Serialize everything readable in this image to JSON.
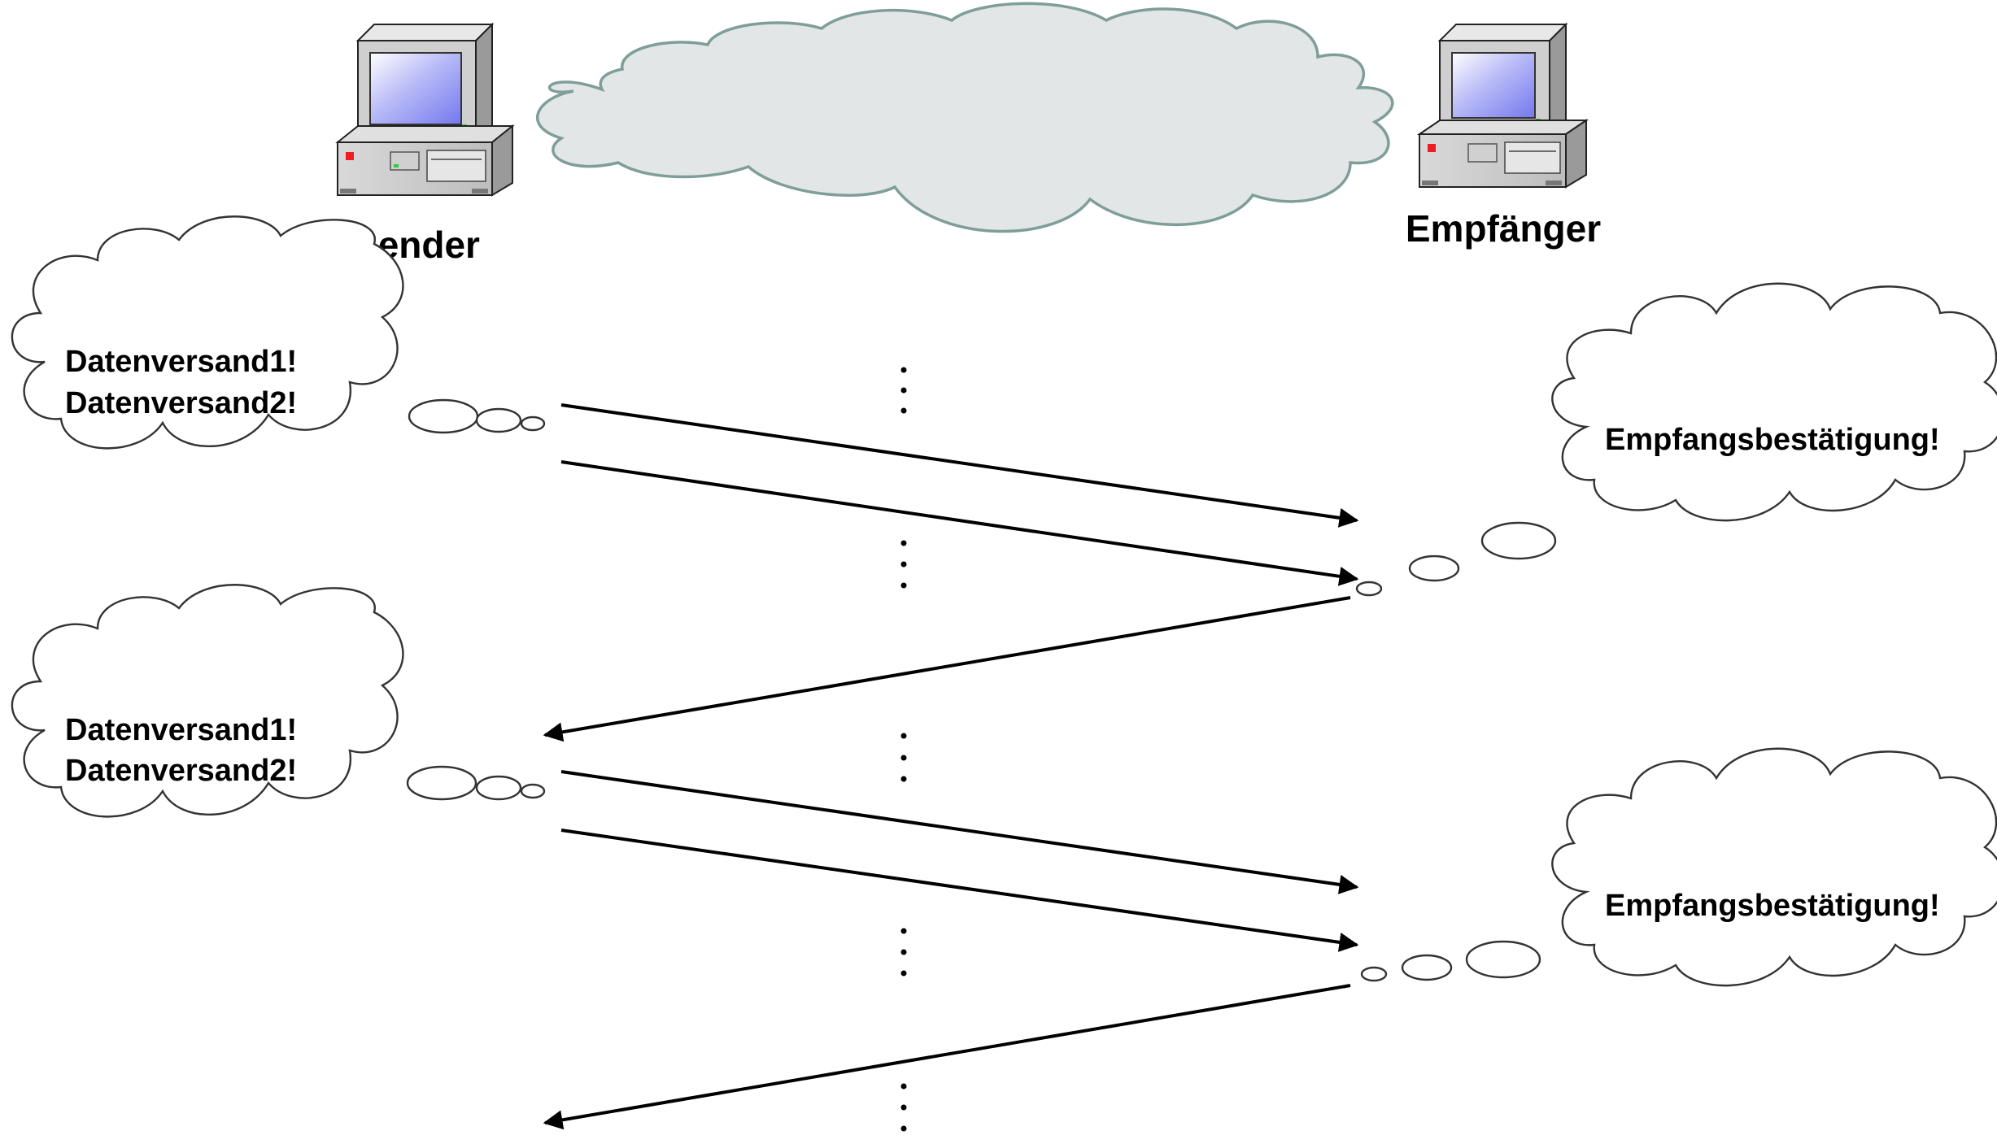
{
  "sender": {
    "label": "Sender",
    "icon": "desktop-computer-icon",
    "thought_lines": [
      "Datenversand1!",
      "Datenversand2!"
    ]
  },
  "receiver": {
    "label": "Empfänger",
    "icon": "desktop-computer-icon",
    "thought_text": "Empfangsbestätigung!"
  },
  "network": {
    "icon": "cloud-icon"
  },
  "colors": {
    "network_cloud_fill": "#e3e6e6",
    "network_cloud_stroke": "#7f9e9a",
    "arrow": "#000000",
    "screen": "#8f92f2"
  },
  "rounds": [
    {
      "sender_thought": {
        "line1": "Datenversand1!",
        "line2": "Datenversand2!"
      },
      "receiver_thought": {
        "text": "Empfangsbestätigung!"
      },
      "messages": [
        {
          "from": "sender",
          "to": "receiver",
          "kind": "data"
        },
        {
          "from": "sender",
          "to": "receiver",
          "kind": "data"
        },
        {
          "from": "receiver",
          "to": "sender",
          "kind": "ack"
        }
      ]
    },
    {
      "sender_thought": {
        "line1": "Datenversand1!",
        "line2": "Datenversand2!"
      },
      "receiver_thought": {
        "text": "Empfangsbestätigung!"
      },
      "messages": [
        {
          "from": "sender",
          "to": "receiver",
          "kind": "data"
        },
        {
          "from": "sender",
          "to": "receiver",
          "kind": "data"
        },
        {
          "from": "receiver",
          "to": "sender",
          "kind": "ack"
        }
      ]
    }
  ]
}
